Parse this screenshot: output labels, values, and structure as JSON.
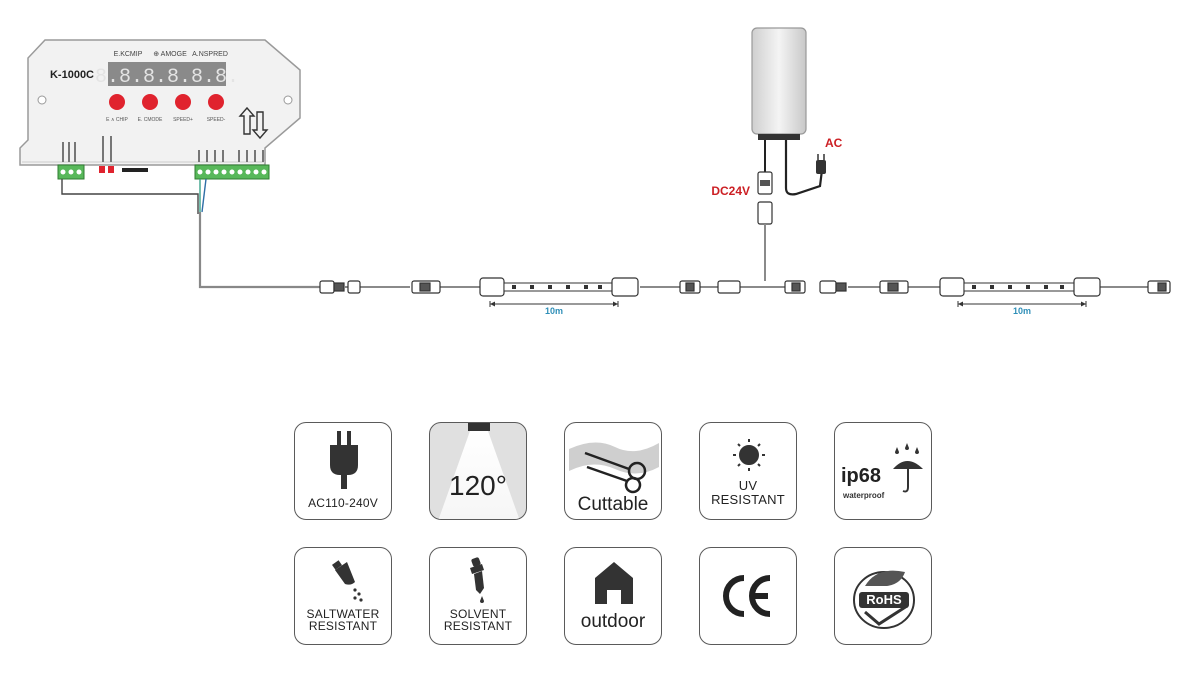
{
  "controller": {
    "model": "K-1000C",
    "top_labels": [
      "E.KCMIP",
      "⊕ AMOGE",
      "A.NSPRED"
    ],
    "display": "8.8.8.8.8.8.",
    "button_labels": [
      "E ∧ CHIP",
      "E. CMODE",
      "SPEED+",
      "SPEED-"
    ]
  },
  "power_supply": {
    "dc_label": "DC24V",
    "ac_label": "AC"
  },
  "strips": [
    {
      "length_label": "10m"
    },
    {
      "length_label": "10m"
    }
  ],
  "features": [
    {
      "id": "plug",
      "label": "AC110-240V"
    },
    {
      "id": "beam",
      "label": "120°"
    },
    {
      "id": "cut",
      "label": "Cuttable"
    },
    {
      "id": "uv",
      "label_lines": [
        "UV",
        "RESISTANT"
      ]
    },
    {
      "id": "ip68",
      "label": "ip68",
      "sublabel": "waterproof"
    },
    {
      "id": "saltwater",
      "label_lines": [
        "SALTWATER",
        "RESISTANT"
      ]
    },
    {
      "id": "solvent",
      "label_lines": [
        "SOLVENT",
        "RESISTANT"
      ]
    },
    {
      "id": "outdoor",
      "label": "outdoor"
    },
    {
      "id": "ce",
      "label": "CE"
    },
    {
      "id": "rohs",
      "label": "RoHS"
    }
  ],
  "colors": {
    "button_red": "#e0232e",
    "terminal_green": "#58b85a",
    "accent_red": "#cc1f24",
    "dimension_blue": "#2f8fb8",
    "outline": "#555555"
  }
}
